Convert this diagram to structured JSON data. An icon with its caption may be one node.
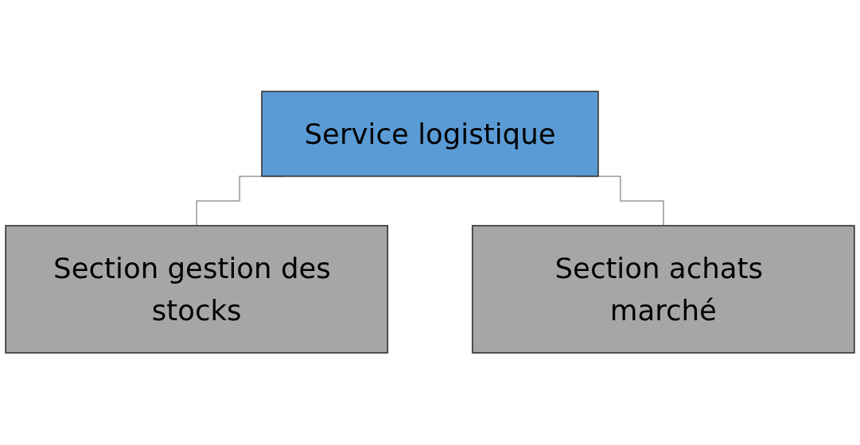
{
  "diagram": {
    "nodes": [
      {
        "text": [
          "Service logistique"
        ]
      },
      {
        "text": [
          "Section gestion des stocks"
        ]
      },
      {
        "text": [
          "Section achats marché"
        ]
      }
    ],
    "edges": [
      {
        "from": 0,
        "to": 1,
        "arrow": "none"
      },
      {
        "from": 0,
        "to": 2,
        "arrow": "none"
      }
    ]
  }
}
